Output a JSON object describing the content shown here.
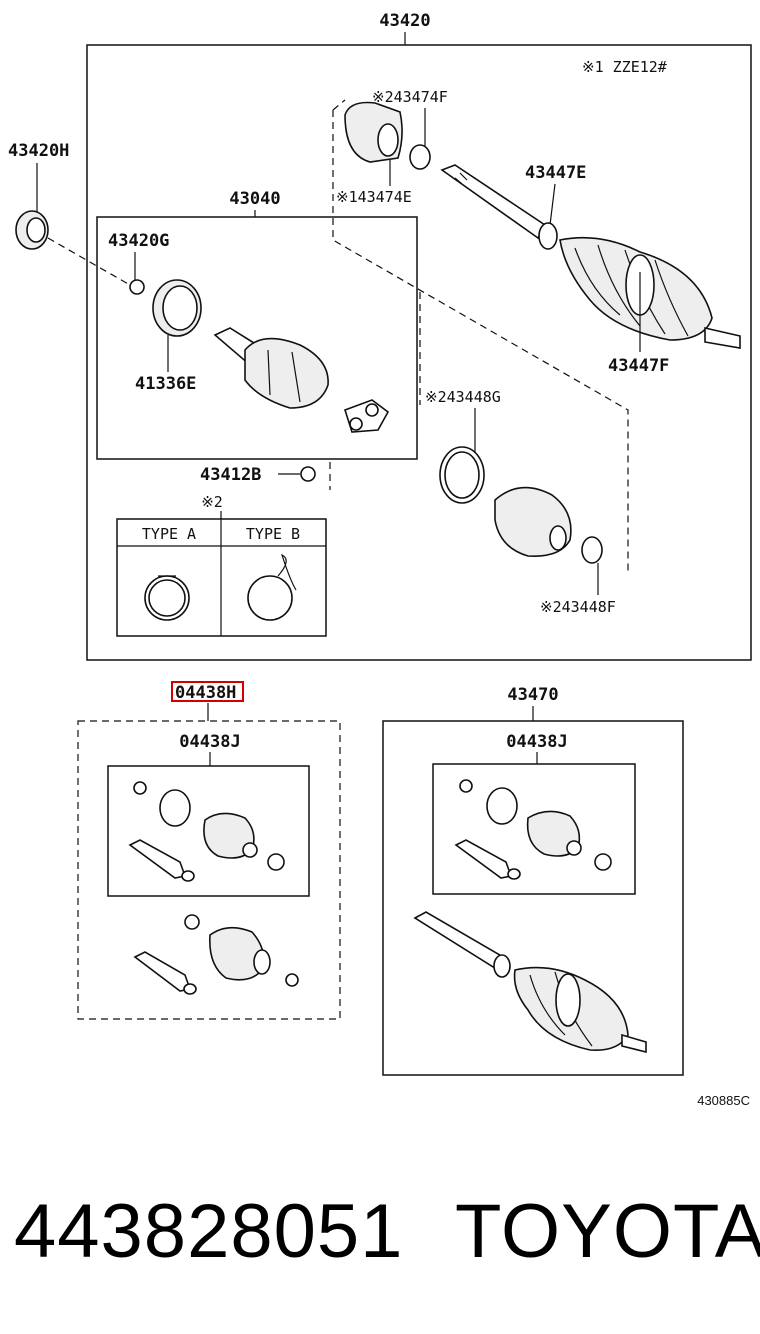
{
  "labels": {
    "main_assembly": "43420",
    "note_model": "※1  ZZE12#",
    "p_43474F": "※243474F",
    "p_43474E": "※143474E",
    "p_43420H": "43420H",
    "p_43040": "43040",
    "p_43447E": "43447E",
    "p_43420G": "43420G",
    "p_41336E": "41336E",
    "p_43447F": "43447F",
    "p_43448G": "※243448G",
    "p_43412B": "43412B",
    "p_43448F": "※243448F",
    "note_2": "※2",
    "type_a": "TYPE A",
    "type_b": "TYPE B",
    "kit_highlighted": "04438H",
    "kit_inner_left": "04438J",
    "p_43470": "43470",
    "kit_inner_right": "04438J",
    "illustration_code": "430885C"
  },
  "footer": {
    "part_number": "443828051",
    "brand": "TOYOTA"
  },
  "colors": {
    "highlight": "#d40000",
    "ink": "#111111"
  }
}
